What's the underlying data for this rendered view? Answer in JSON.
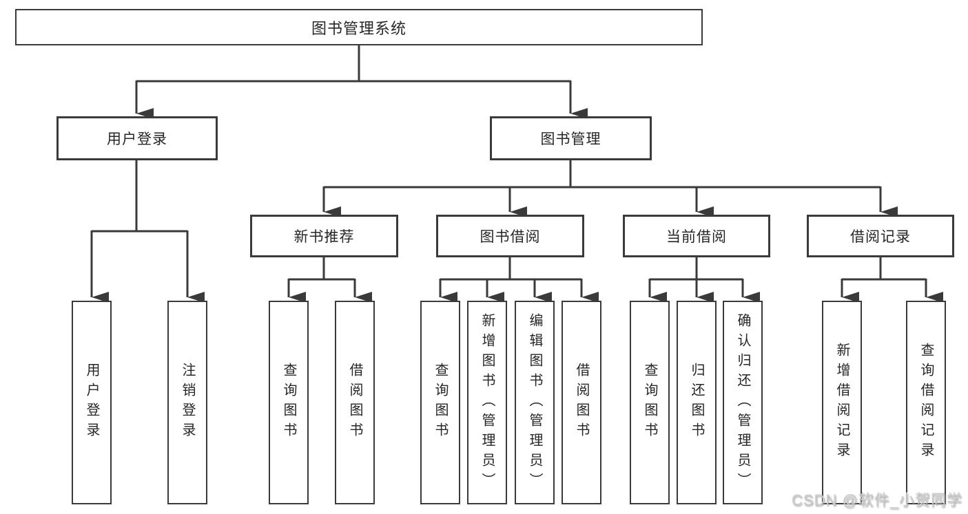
{
  "colors": {
    "background": "#ffffff",
    "line": "#3a3a3a",
    "box_border": "#3a3a3a",
    "text": "#262626",
    "watermark_text": "#cccccc"
  },
  "diagram_type": "hierarchy-tree",
  "tree": {
    "root": "图书管理系统",
    "children": [
      {
        "label": "用户登录",
        "children": [
          "用户登录",
          "注销登录"
        ]
      },
      {
        "label": "图书管理",
        "children": [
          {
            "label": "新书推荐",
            "children": [
              "查询图书",
              "借阅图书"
            ]
          },
          {
            "label": "图书借阅",
            "children": [
              "查询图书",
              "新增图书（管理员）",
              "编辑图书（管理员）",
              "借阅图书"
            ]
          },
          {
            "label": "当前借阅",
            "children": [
              "查询图书",
              "归还图书",
              "确认归还（管理员）"
            ]
          },
          {
            "label": "借阅记录",
            "children": [
              "新增借阅记录",
              "查询借阅记录"
            ]
          }
        ]
      }
    ]
  },
  "watermark": "CSDN @软件_小贺同学"
}
